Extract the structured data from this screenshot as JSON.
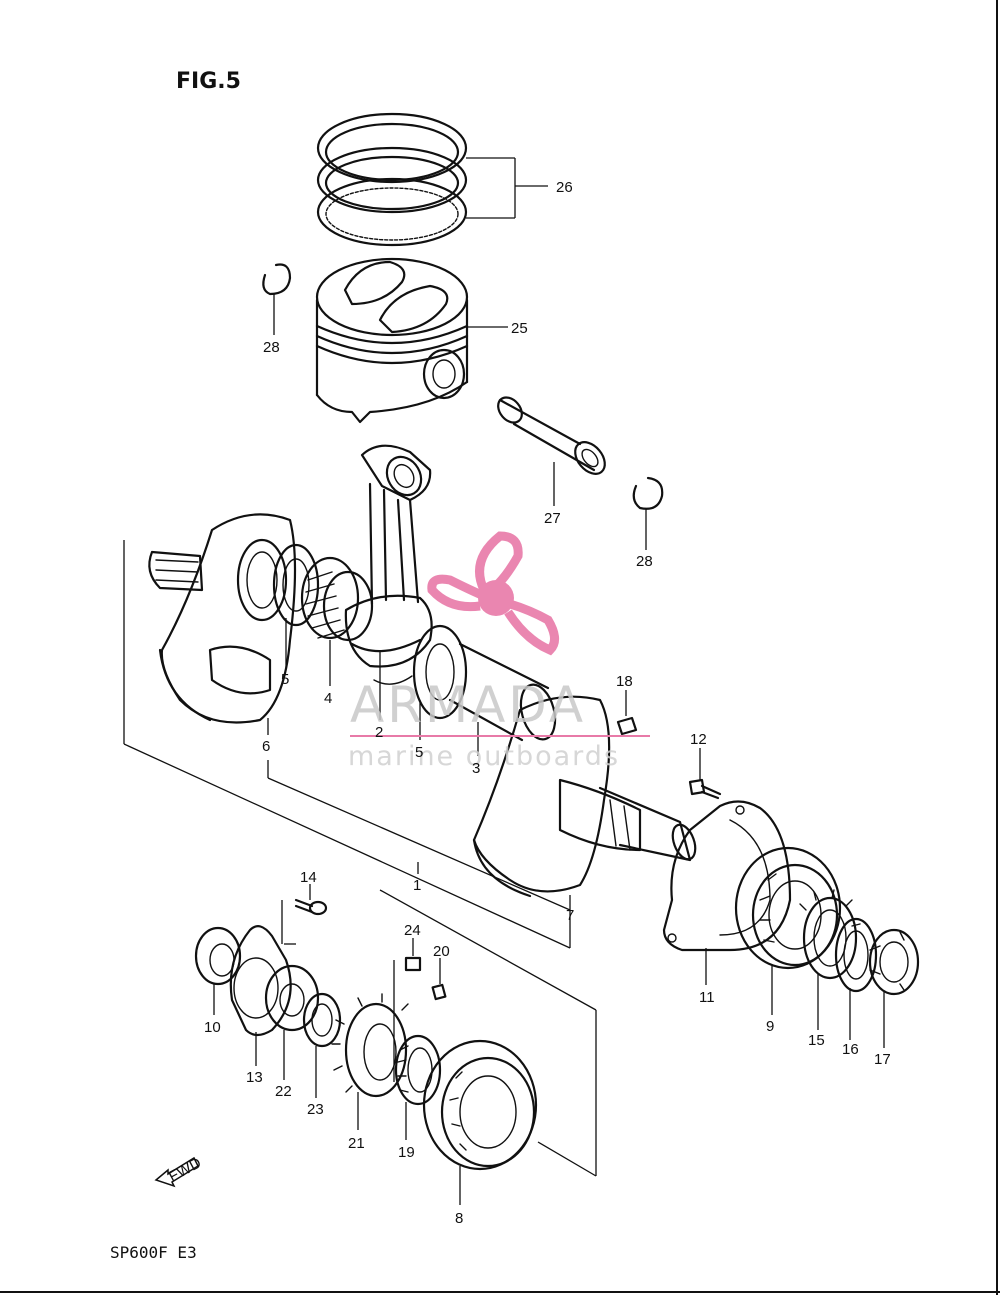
{
  "figure_title": "FIG.5",
  "model_code": "SP600F  E3",
  "fwd_label": "FWD",
  "watermark": {
    "brand": "ARMADA",
    "tagline": "marine outboards",
    "accent_color": "#e87aa8",
    "text_color": "#c8c8c8"
  },
  "callouts": {
    "p26": "26",
    "p25": "25",
    "p28a": "28",
    "p27": "27",
    "p28b": "28",
    "p5a": "5",
    "p4": "4",
    "p2": "2",
    "p6": "6",
    "p5b": "5",
    "p3": "3",
    "p18": "18",
    "p12": "12",
    "p1": "1",
    "p7": "7",
    "p14": "14",
    "p24": "24",
    "p20": "20",
    "p10": "10",
    "p13": "13",
    "p22": "22",
    "p23": "23",
    "p21": "21",
    "p19": "19",
    "p8": "8",
    "p11": "11",
    "p9": "9",
    "p15": "15",
    "p16": "16",
    "p17": "17"
  }
}
